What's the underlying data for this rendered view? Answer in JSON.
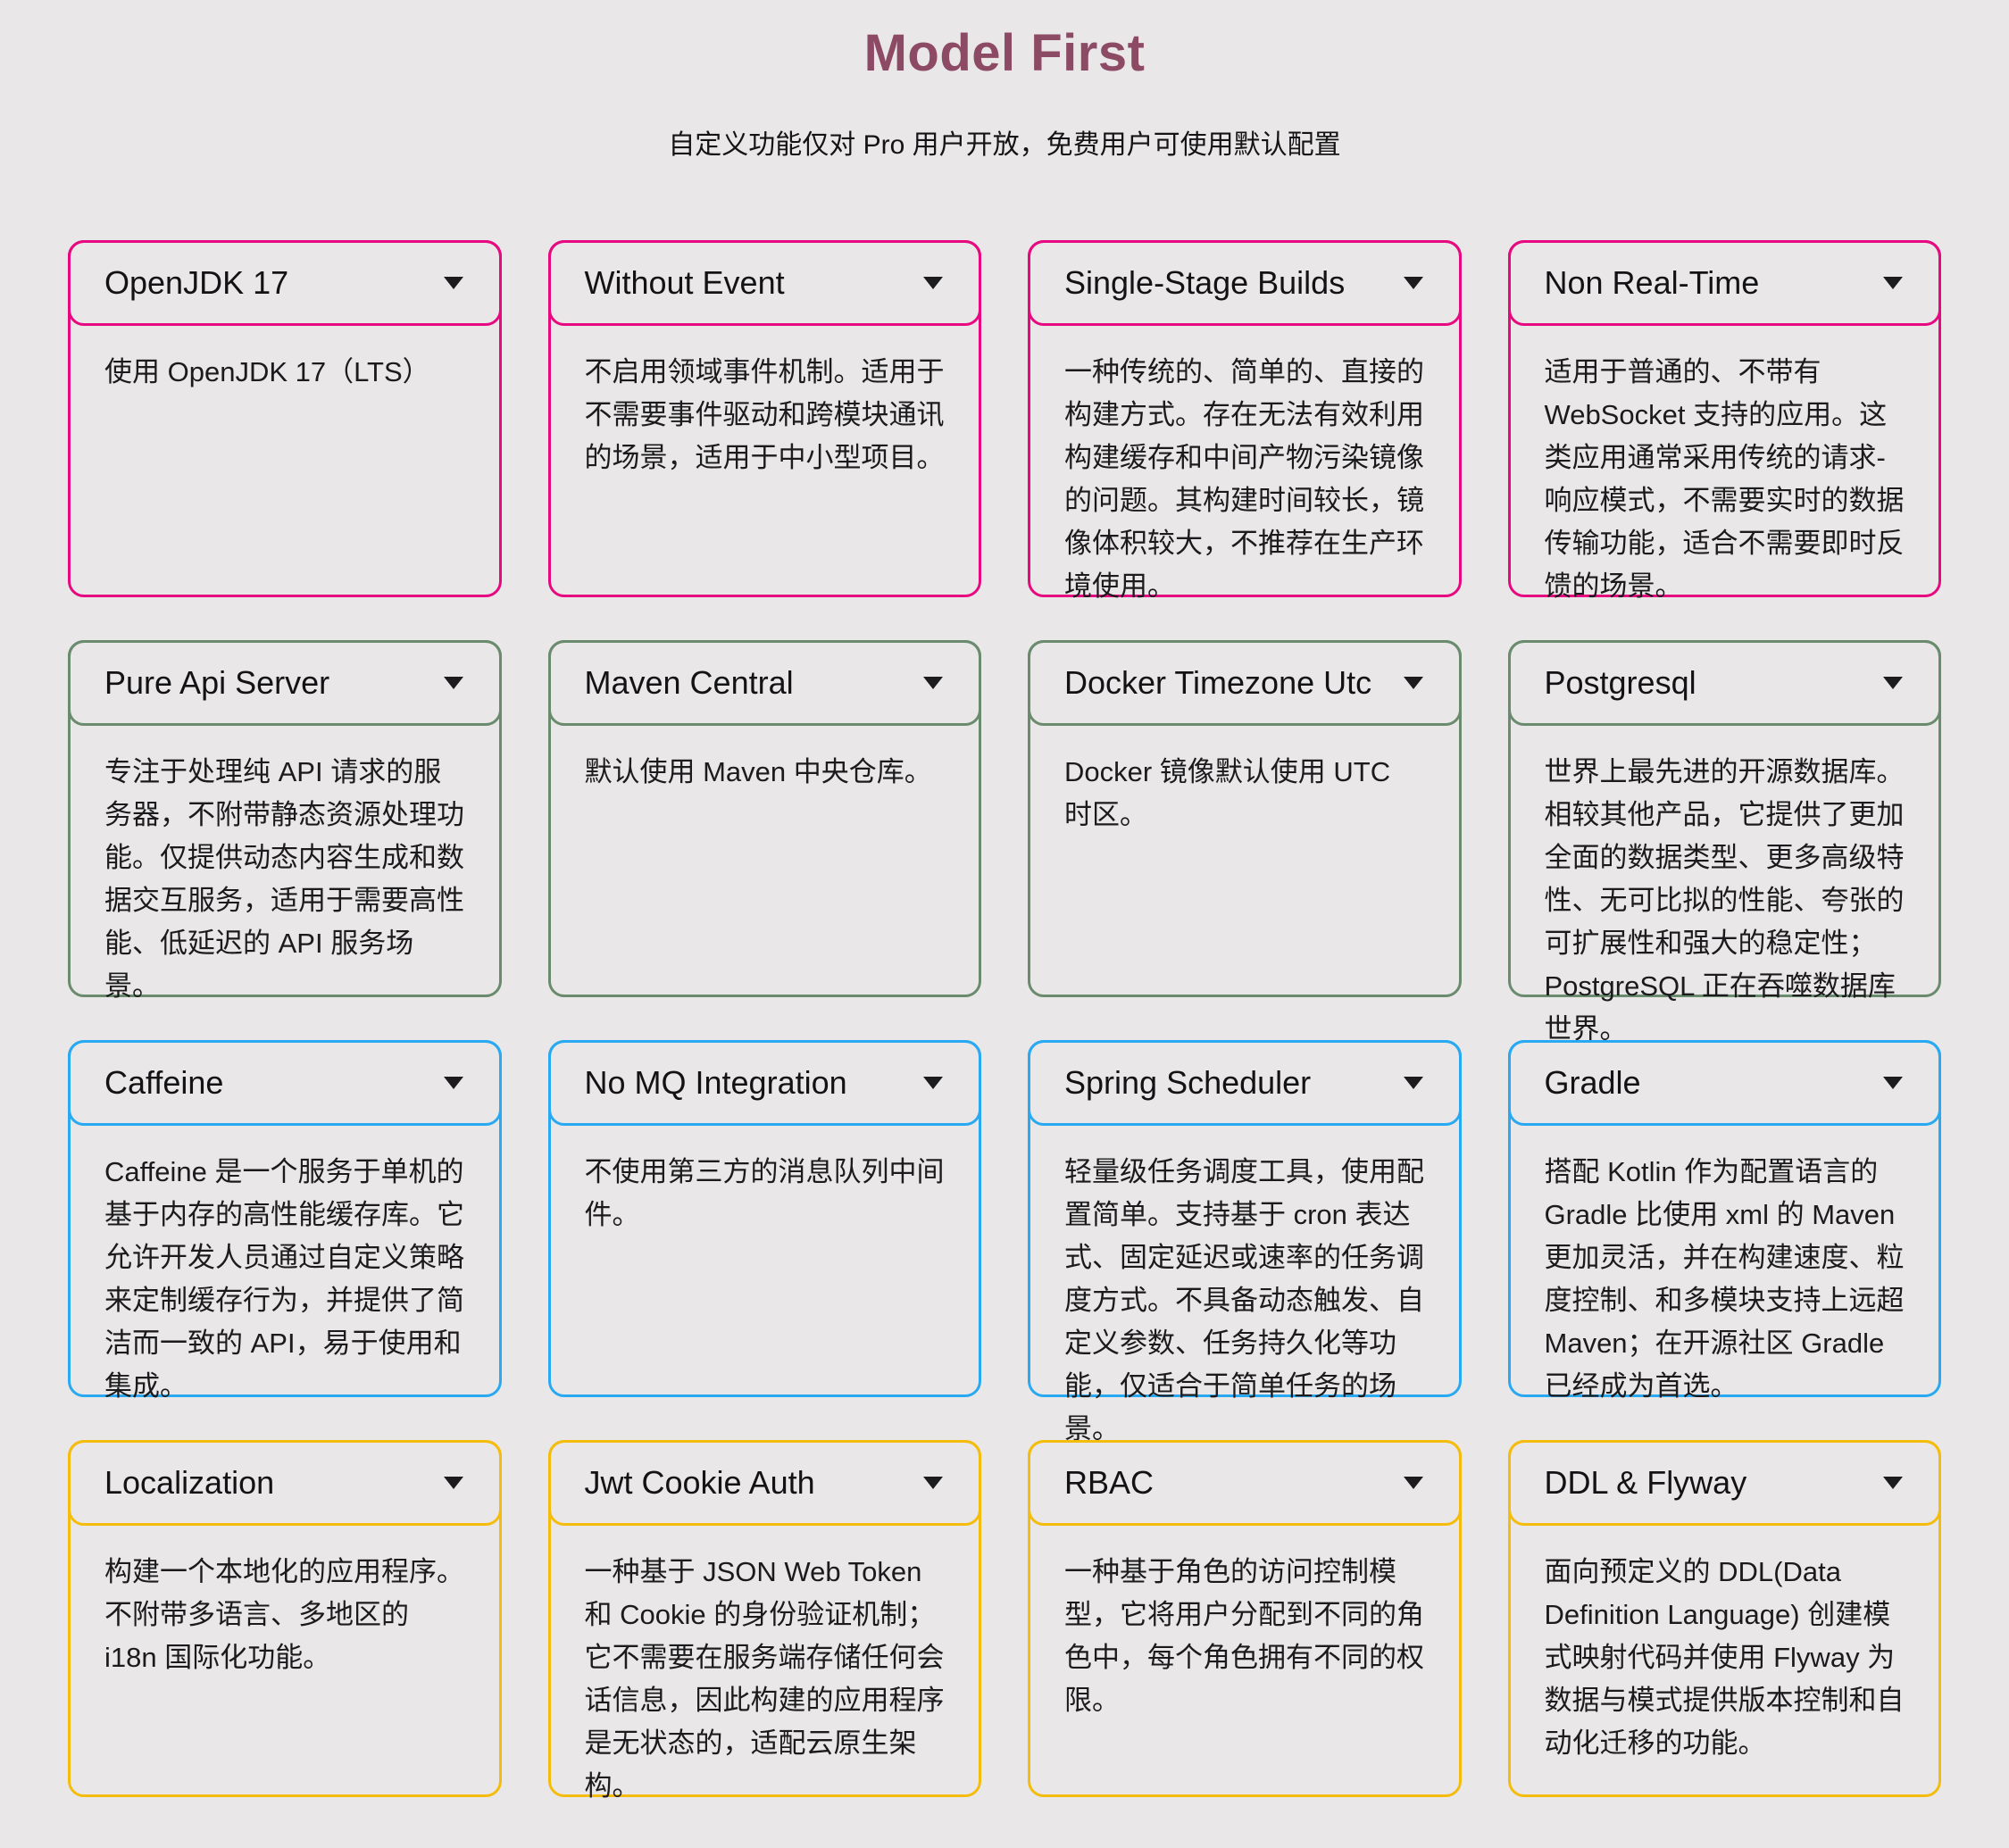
{
  "page": {
    "title": "Model First",
    "subtitle": "自定义功能仅对 Pro 用户开放，免费用户可使用默认配置"
  },
  "colors": {
    "row1": "#e6097f",
    "row2": "#6a8b6d",
    "row3": "#29a9f1",
    "row4": "#f4bd0e"
  },
  "cards": [
    {
      "label": "OpenJDK 17",
      "description": "使用 OpenJDK 17（LTS）"
    },
    {
      "label": "Without Event",
      "description": "不启用领域事件机制。适用于不需要事件驱动和跨模块通讯的场景，适用于中小型项目。"
    },
    {
      "label": "Single-Stage Builds",
      "description": "一种传统的、简单的、直接的构建方式。存在无法有效利用构建缓存和中间产物污染镜像的问题。其构建时间较长，镜像体积较大，不推荐在生产环境使用。"
    },
    {
      "label": "Non Real-Time",
      "description": "适用于普通的、不带有 WebSocket 支持的应用。这类应用通常采用传统的请求-响应模式，不需要实时的数据传输功能，适合不需要即时反馈的场景。"
    },
    {
      "label": "Pure Api Server",
      "description": "专注于处理纯 API 请求的服务器，不附带静态资源处理功能。仅提供动态内容生成和数据交互服务，适用于需要高性能、低延迟的 API 服务场景。"
    },
    {
      "label": "Maven Central",
      "description": "默认使用 Maven 中央仓库。"
    },
    {
      "label": "Docker Timezone Utc",
      "description": "Docker 镜像默认使用 UTC 时区。"
    },
    {
      "label": "Postgresql",
      "description": "世界上最先进的开源数据库。相较其他产品，它提供了更加全面的数据类型、更多高级特性、无可比拟的性能、夸张的可扩展性和强大的稳定性；PostgreSQL 正在吞噬数据库世界。"
    },
    {
      "label": "Caffeine",
      "description": "Caffeine 是一个服务于单机的基于内存的高性能缓存库。它允许开发人员通过自定义策略来定制缓存行为，并提供了简洁而一致的 API，易于使用和集成。"
    },
    {
      "label": "No MQ Integration",
      "description": "不使用第三方的消息队列中间件。"
    },
    {
      "label": "Spring Scheduler",
      "description": "轻量级任务调度工具，使用配置简单。支持基于 cron 表达式、固定延迟或速率的任务调度方式。不具备动态触发、自定义参数、任务持久化等功能，仅适合于简单任务的场景。"
    },
    {
      "label": "Gradle",
      "description": "搭配 Kotlin 作为配置语言的 Gradle 比使用 xml 的 Maven 更加灵活，并在构建速度、粒度控制、和多模块支持上远超 Maven；在开源社区 Gradle 已经成为首选。"
    },
    {
      "label": "Localization",
      "description": "构建一个本地化的应用程序。不附带多语言、多地区的 i18n 国际化功能。"
    },
    {
      "label": "Jwt Cookie Auth",
      "description": "一种基于 JSON Web Token 和 Cookie 的身份验证机制；它不需要在服务端存储任何会话信息，因此构建的应用程序是无状态的，适配云原生架构。"
    },
    {
      "label": "RBAC",
      "description": "一种基于角色的访问控制模型，它将用户分配到不同的角色中，每个角色拥有不同的权限。"
    },
    {
      "label": "DDL & Flyway",
      "description": "面向预定义的 DDL(Data Definition Language) 创建模式映射代码并使用 Flyway 为数据与模式提供版本控制和自动化迁移的功能。"
    }
  ]
}
